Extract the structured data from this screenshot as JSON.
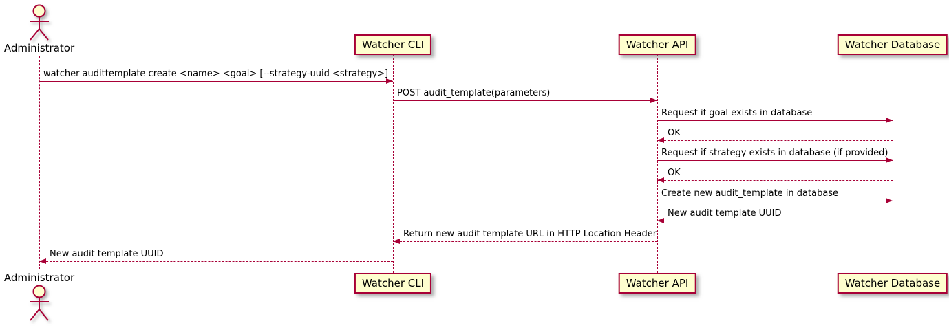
{
  "diagram": {
    "type": "sequence-diagram",
    "colors": {
      "accent": "#A80036",
      "participant_fill": "#FEFECE",
      "text": "#000000",
      "background": "#FFFFFF"
    },
    "actor": {
      "label": "Administrator"
    },
    "participants": [
      {
        "label": "Watcher CLI"
      },
      {
        "label": "Watcher API"
      },
      {
        "label": "Watcher Database"
      }
    ],
    "messages": [
      {
        "text": "watcher audittemplate create <name> <goal> [--strategy-uuid <strategy>]",
        "from": "Administrator",
        "to": "Watcher CLI",
        "line": "solid"
      },
      {
        "text": "POST audit_template(parameters)",
        "from": "Watcher CLI",
        "to": "Watcher API",
        "line": "solid"
      },
      {
        "text": "Request if goal exists in database",
        "from": "Watcher API",
        "to": "Watcher Database",
        "line": "solid"
      },
      {
        "text": "OK",
        "from": "Watcher Database",
        "to": "Watcher API",
        "line": "dashed"
      },
      {
        "text": "Request if strategy exists in database (if provided)",
        "from": "Watcher API",
        "to": "Watcher Database",
        "line": "solid"
      },
      {
        "text": "OK",
        "from": "Watcher Database",
        "to": "Watcher API",
        "line": "dashed"
      },
      {
        "text": "Create new audit_template in database",
        "from": "Watcher API",
        "to": "Watcher Database",
        "line": "solid"
      },
      {
        "text": "New audit template UUID",
        "from": "Watcher Database",
        "to": "Watcher API",
        "line": "dashed"
      },
      {
        "text": "Return new audit template URL in HTTP Location Header",
        "from": "Watcher API",
        "to": "Watcher CLI",
        "line": "dashed"
      },
      {
        "text": "New audit template UUID",
        "from": "Watcher CLI",
        "to": "Administrator",
        "line": "dashed"
      }
    ]
  }
}
